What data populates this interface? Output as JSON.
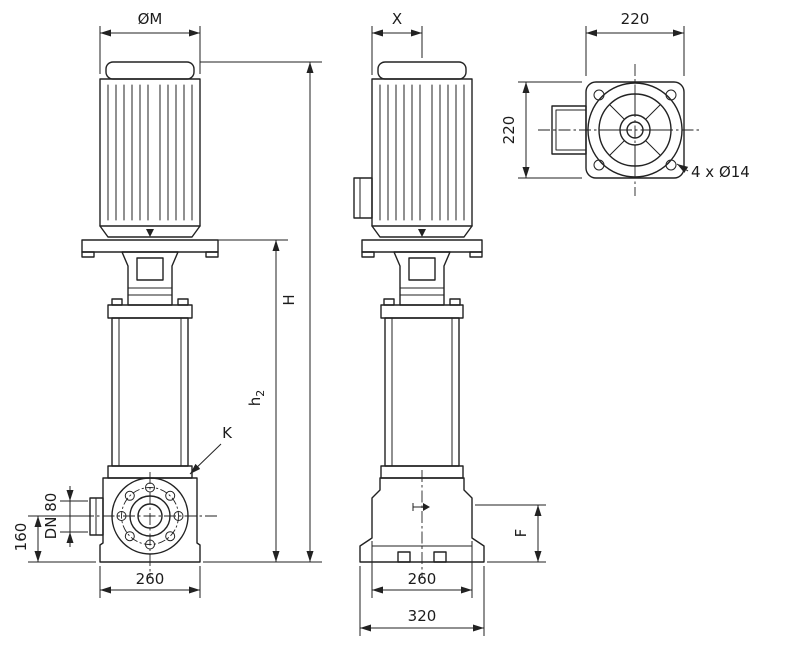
{
  "colors": {
    "background": "#ffffff",
    "line": "#222222",
    "text": "#1c1c1c"
  },
  "front_view": {
    "dim_motor_diameter": "ØM",
    "dim_height_total": "H",
    "dim_height_h2_base": "h",
    "dim_height_h2_sub": "2",
    "label_k": "K",
    "dim_port_height": "160",
    "dim_port_size": "DN 80",
    "dim_base_width": "260"
  },
  "side_view": {
    "dim_x": "X",
    "dim_f": "F",
    "dim_base_width": "260",
    "dim_foot_width": "320"
  },
  "top_view": {
    "dim_width": "220",
    "dim_depth": "220",
    "note_bolt_holes": "4 x Ø14"
  }
}
